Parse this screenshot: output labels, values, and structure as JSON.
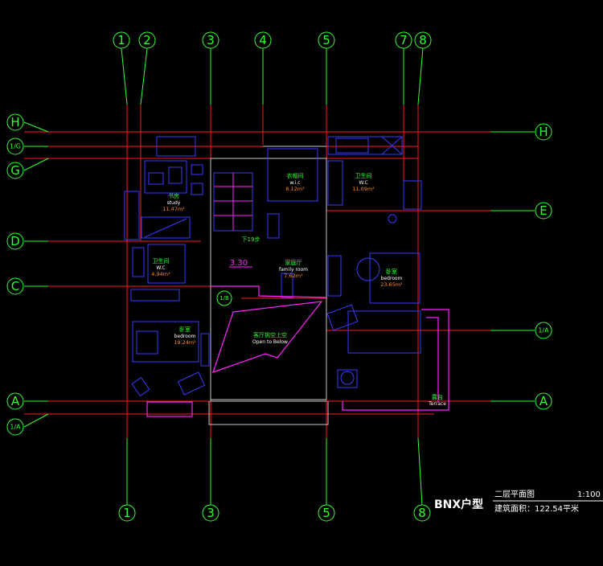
{
  "axes": {
    "vertical_top": [
      "1",
      "2",
      "3",
      "4",
      "5",
      "7",
      "8"
    ],
    "vertical_bottom": [
      "1",
      "3",
      "5",
      "8"
    ],
    "horizontal_left": [
      "H",
      "1/G",
      "G",
      "D",
      "C",
      "A",
      "1/A"
    ],
    "horizontal_right": [
      "H",
      "E",
      "1/A",
      "A"
    ],
    "interior": [
      "1/B"
    ]
  },
  "rooms": [
    {
      "id": "study",
      "name": "书房",
      "en": "study",
      "area": "11.47m²"
    },
    {
      "id": "walkin",
      "name": "衣帽间",
      "en": "w.i.c",
      "area": "8.12m²"
    },
    {
      "id": "bath-ne",
      "name": "卫生间",
      "en": "W.C",
      "area": "11.09m²"
    },
    {
      "id": "bath-w",
      "name": "卫生间",
      "en": "W.C",
      "area": "4.94m²"
    },
    {
      "id": "family",
      "name": "家庭厅",
      "en": "family room",
      "area": "7.62m²"
    },
    {
      "id": "bed-e",
      "name": "卧室",
      "en": "bedroom",
      "area": "23.65m²"
    },
    {
      "id": "bed-w",
      "name": "卧室",
      "en": "bedroom",
      "area": "19.24m²"
    },
    {
      "id": "void",
      "name": "客厅挑空上空",
      "en": "Open to Below"
    },
    {
      "id": "terrace",
      "name": "露台",
      "en": "Terrace"
    }
  ],
  "annotations": {
    "stair_down": "下19步",
    "level": "3.30"
  },
  "title_block": {
    "model": "BNX户型",
    "plan_name": "二层平面图",
    "scale": "1:100",
    "area_label": "建筑面积：122.54平米"
  }
}
